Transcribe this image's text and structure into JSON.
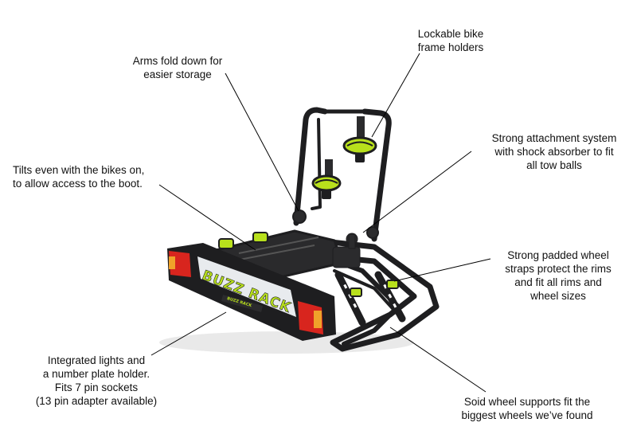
{
  "callouts": {
    "frame_holders": {
      "lines": [
        "Lockable bike",
        "frame holders"
      ]
    },
    "arms_fold": {
      "lines": [
        "Arms fold down for",
        "easier storage"
      ]
    },
    "tilts": {
      "lines": [
        "Tilts even with the bikes on,",
        "to allow access to the boot."
      ]
    },
    "attachment": {
      "lines": [
        "Strong attachment system",
        "with shock absorber to fit",
        "all tow balls"
      ]
    },
    "wheel_straps": {
      "lines": [
        "Strong padded wheel",
        "straps protect the rims",
        "and fit all rims and",
        "wheel sizes"
      ]
    },
    "lights": {
      "lines": [
        "Integrated lights and",
        "a number plate holder.",
        "Fits 7 pin sockets",
        "(13 pin adapter available)"
      ]
    },
    "wheel_supports": {
      "lines": [
        "Soid wheel supports fit the",
        "biggest wheels we’ve found"
      ]
    }
  },
  "product": {
    "brand_text": "BUZZ RACK",
    "brand_small": "BUZZ RACK"
  },
  "colors": {
    "frame": "#1e1e20",
    "accent": "#b8e01c",
    "light_red": "#d8251e",
    "light_amber": "#f0a22a",
    "plate": "#e8ebee"
  }
}
